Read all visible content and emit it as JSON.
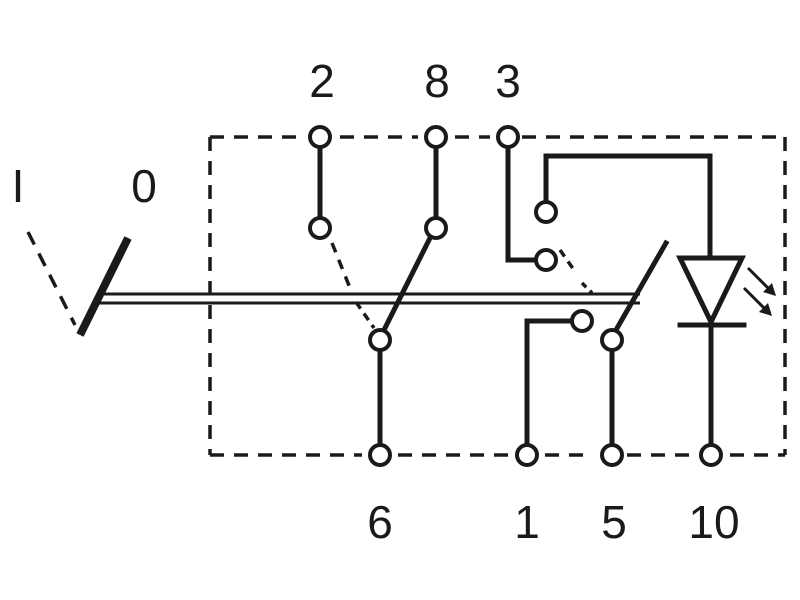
{
  "diagram": {
    "switch_positions": {
      "on": "I",
      "off": "0"
    },
    "top_terminals": [
      "2",
      "8",
      "3"
    ],
    "bottom_terminals": [
      "6",
      "1",
      "5",
      "10"
    ],
    "colors": {
      "ink": "#1a1a1a",
      "background": "#ffffff"
    },
    "icons": [
      "led-diode-icon",
      "light-emission-arrows-icon",
      "rocker-lever-icon"
    ]
  }
}
